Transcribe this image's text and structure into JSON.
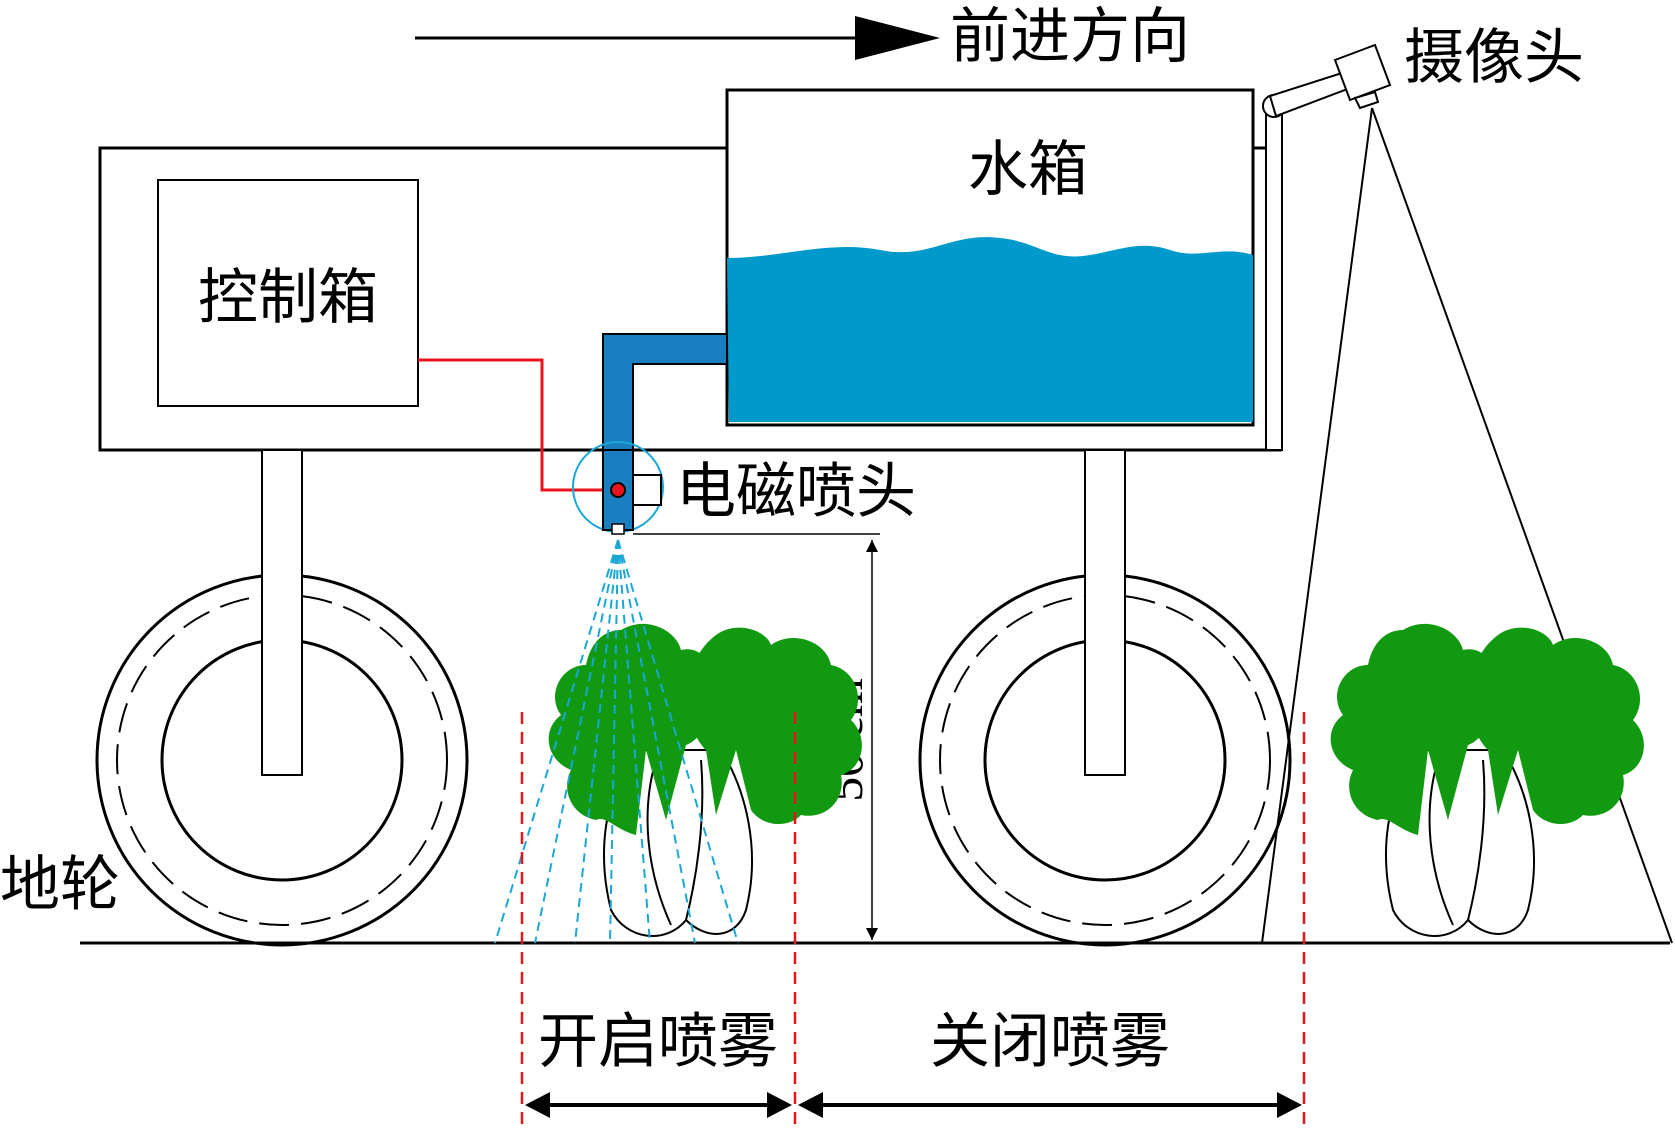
{
  "labels": {
    "direction": "前进方向",
    "camera": "摄像头",
    "water_tank": "水箱",
    "control_box": "控制箱",
    "nozzle": "电磁喷头",
    "wheel": "地轮",
    "height": "50 cm",
    "spray_on": "开启喷雾",
    "spray_off": "关闭喷雾"
  },
  "colors": {
    "water": "#0099cc",
    "pipe": "#1a7fc0",
    "wire": "#e8141b",
    "spray": "#1aa7d6",
    "zone_line": "#e8141b",
    "plant_leaf": "#119911",
    "line": "#000000"
  },
  "icons": {
    "plant": "bok-choy-icon",
    "camera": "camera-icon",
    "wheel": "wheel-icon"
  }
}
